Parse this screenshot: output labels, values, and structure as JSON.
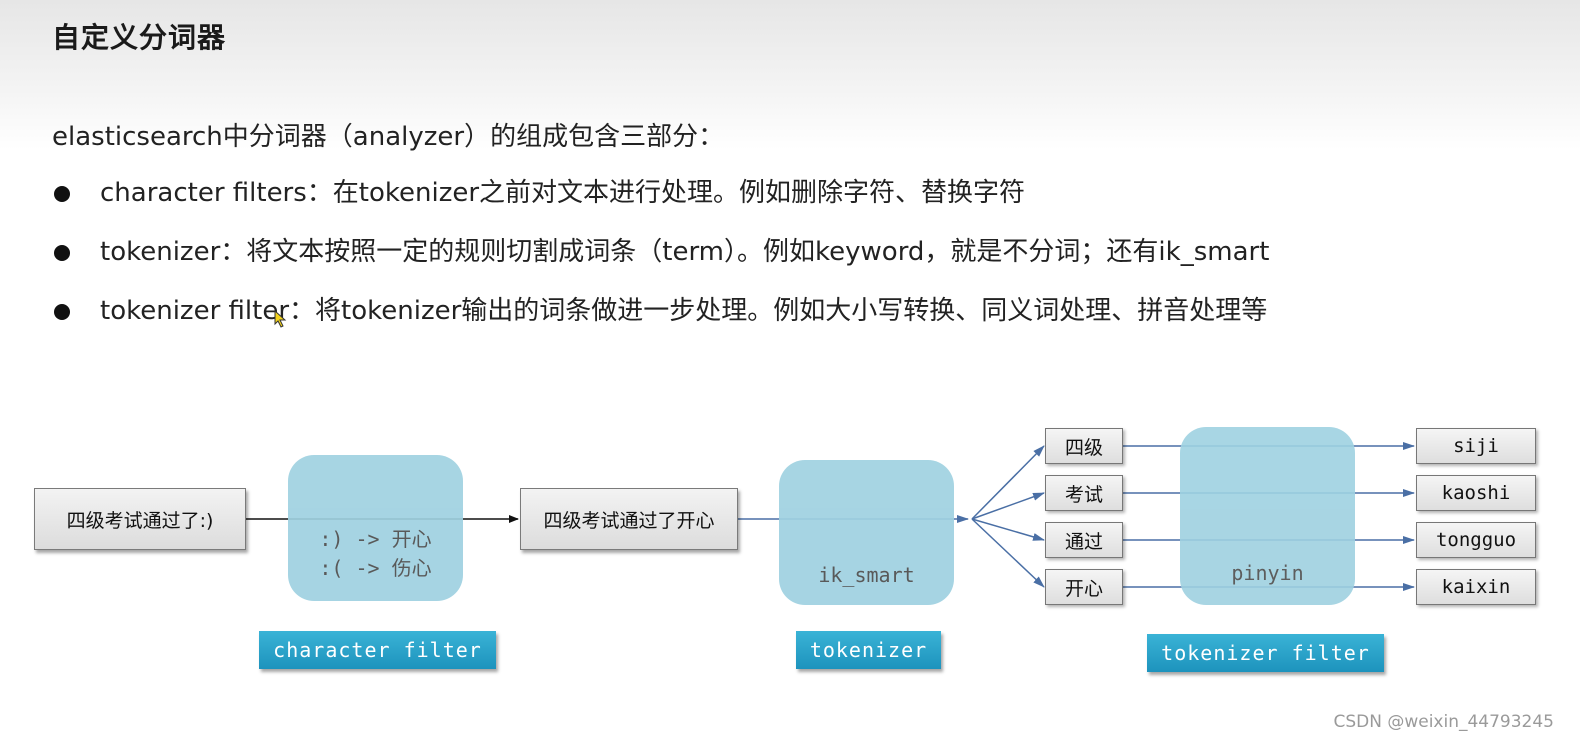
{
  "title": "自定义分词器",
  "intro": "elasticsearch中分词器（analyzer）的组成包含三部分：",
  "bullets": [
    "character filters：在tokenizer之前对文本进行处理。例如删除字符、替换字符",
    "tokenizer：将文本按照一定的规则切割成词条（term）。例如keyword，就是不分词；还有ik_smart",
    "tokenizer filter：将tokenizer输出的词条做进一步处理。例如大小写转换、同义词处理、拼音处理等"
  ],
  "diagram": {
    "input": "四级考试通过了:)",
    "char_filter_rules": [
      ":) -> 开心",
      ":( -> 伤心"
    ],
    "char_filter_label": "character filter",
    "filtered_text": "四级考试通过了开心",
    "tokenizer_name": "ik_smart",
    "tokenizer_label": "tokenizer",
    "tokens": [
      "四级",
      "考试",
      "通过",
      "开心"
    ],
    "token_filter_name": "pinyin",
    "token_filter_label": "tokenizer filter",
    "outputs": [
      "siji",
      "kaoshi",
      "tongguo",
      "kaixin"
    ],
    "colors": {
      "blob": "#9fd1e1",
      "label": "#1d93bd",
      "arrow": "#4a6fa5"
    }
  },
  "watermark": "CSDN @weixin_44793245"
}
